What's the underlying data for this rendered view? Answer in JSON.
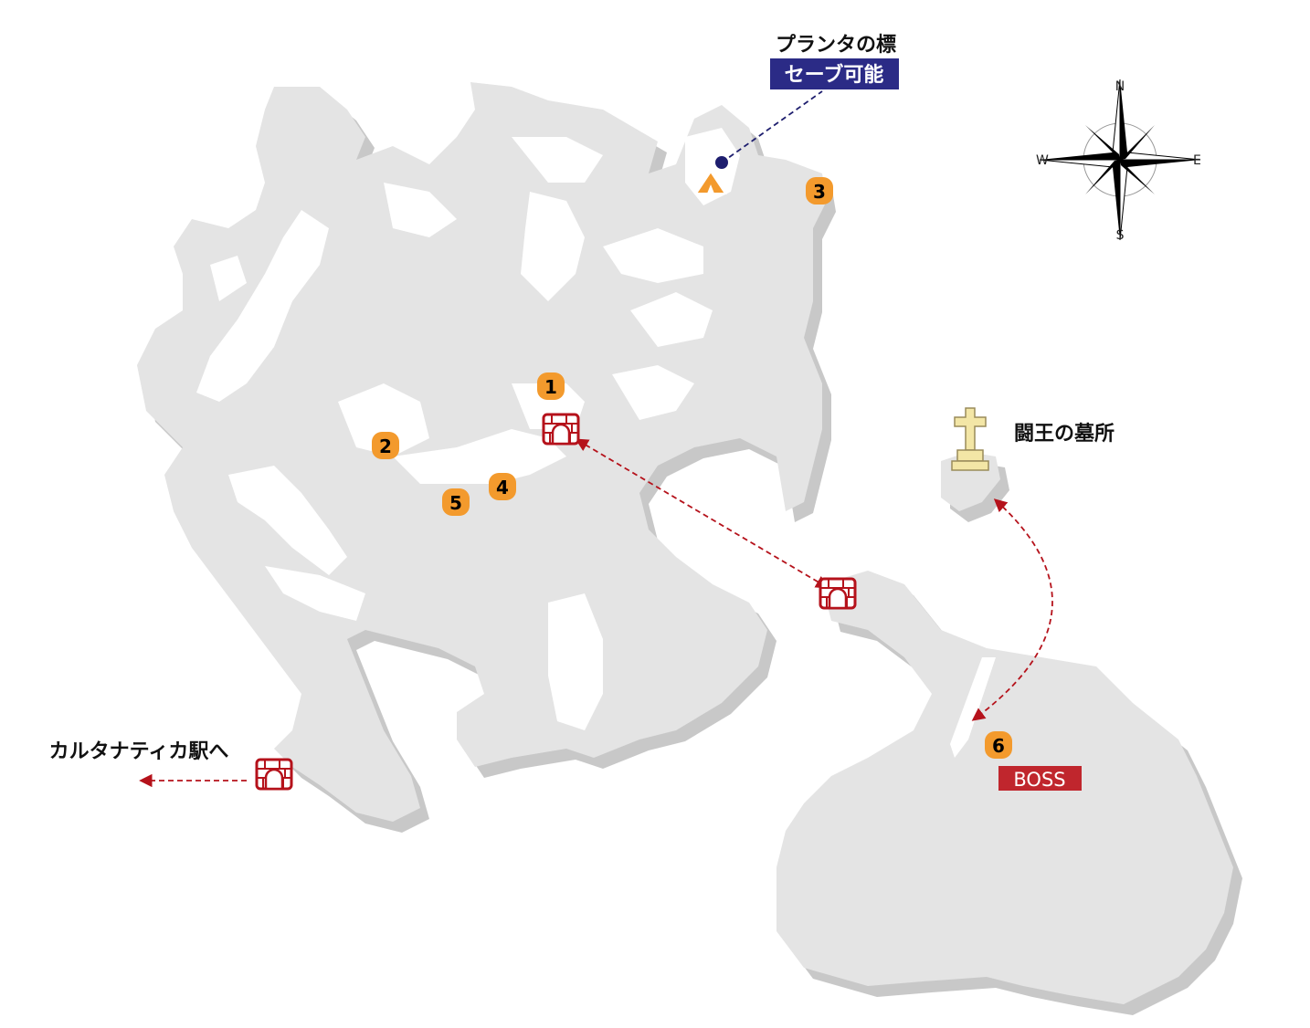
{
  "labels": {
    "save_point_name": "プランタの標",
    "save_badge": "セーブ可能",
    "grave_name": "闘王の墓所",
    "exit_west": "カルタナティカ駅へ",
    "boss_badge": "BOSS"
  },
  "markers": [
    "1",
    "2",
    "3",
    "4",
    "5",
    "6"
  ],
  "compass": {
    "n": "N",
    "e": "E",
    "s": "S",
    "w": "W"
  },
  "colors": {
    "land": "#e4e4e4",
    "marker": "#f39a2d",
    "save_badge": "#2b2b86",
    "boss_badge": "#c0262d",
    "route_arrow": "#b5121b",
    "save_line": "#1e1e6e",
    "tunnel": "#b5121b",
    "grave_cross": "#f3e6a6"
  },
  "icons": [
    "tunnel-icon",
    "tent-icon",
    "grave-cross-icon",
    "compass-rose-icon",
    "save-point-dot-icon"
  ]
}
